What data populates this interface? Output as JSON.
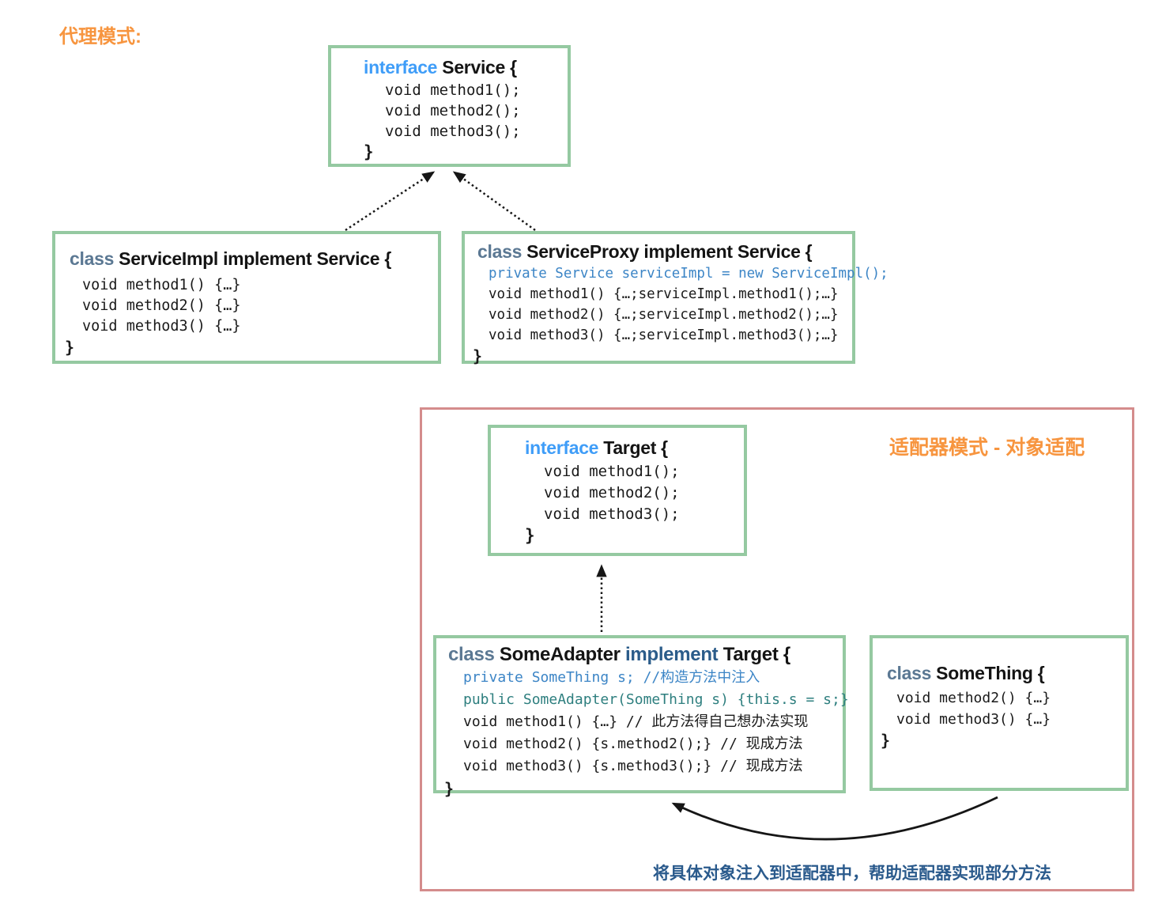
{
  "colors": {
    "accent_orange": "#f7953f",
    "green_border": "#95c9a1",
    "pink_border": "#d48c8c",
    "interface_keyword_blue": "#3f9df8",
    "class_keyword_slate": "#5b7893",
    "implement_keyword_navy": "#2b5c8a",
    "code_field_blue": "#3c85c6",
    "code_ctor_teal": "#2e7f7f",
    "note_text_blue": "#2a5a8c",
    "arrow_black": "#161616"
  },
  "proxy_section": {
    "title": "代理模式:",
    "interface_box": {
      "keyword": "interface",
      "name": " Service {",
      "lines": [
        "void method1();",
        "void method2();",
        "void method3();"
      ],
      "close": "}"
    },
    "impl_box": {
      "keyword": "class",
      "name": " ServiceImpl implement Service {",
      "lines": [
        "void method1() {…}",
        "void method2() {…}",
        "void method3() {…}"
      ],
      "close": "}"
    },
    "proxy_box": {
      "keyword": "class",
      "name": " ServiceProxy implement Service {",
      "field_line": "private Service serviceImpl = new ServiceImpl();",
      "lines": [
        "void method1() {…;serviceImpl.method1();…}",
        "void method2() {…;serviceImpl.method2();…}",
        "void method3() {…;serviceImpl.method3();…}"
      ],
      "close": "}"
    }
  },
  "adapter_section": {
    "title": "适配器模式 - 对象适配",
    "target_box": {
      "keyword": "interface",
      "name": " Target {",
      "lines": [
        "void method1();",
        "void method2();",
        "void method3();"
      ],
      "close": "}"
    },
    "adapter_box": {
      "keyword": "class",
      "name_a": " SomeAdapter ",
      "keyword2": "implement",
      "name_b": " Target {",
      "field_line": "private SomeThing s; //构造方法中注入",
      "ctor_line": "public SomeAdapter(SomeThing s) {this.s = s;}",
      "lines": [
        "void method1() {…} // 此方法得自己想办法实现",
        "void method2() {s.method2();} // 现成方法",
        "void method3() {s.method3();} // 现成方法"
      ],
      "close": "}"
    },
    "something_box": {
      "keyword": "class",
      "name": " SomeThing {",
      "lines": [
        "void method2() {…}",
        "void method3() {…}"
      ],
      "close": "}"
    },
    "note": "将具体对象注入到适配器中，帮助适配器实现部分方法"
  }
}
